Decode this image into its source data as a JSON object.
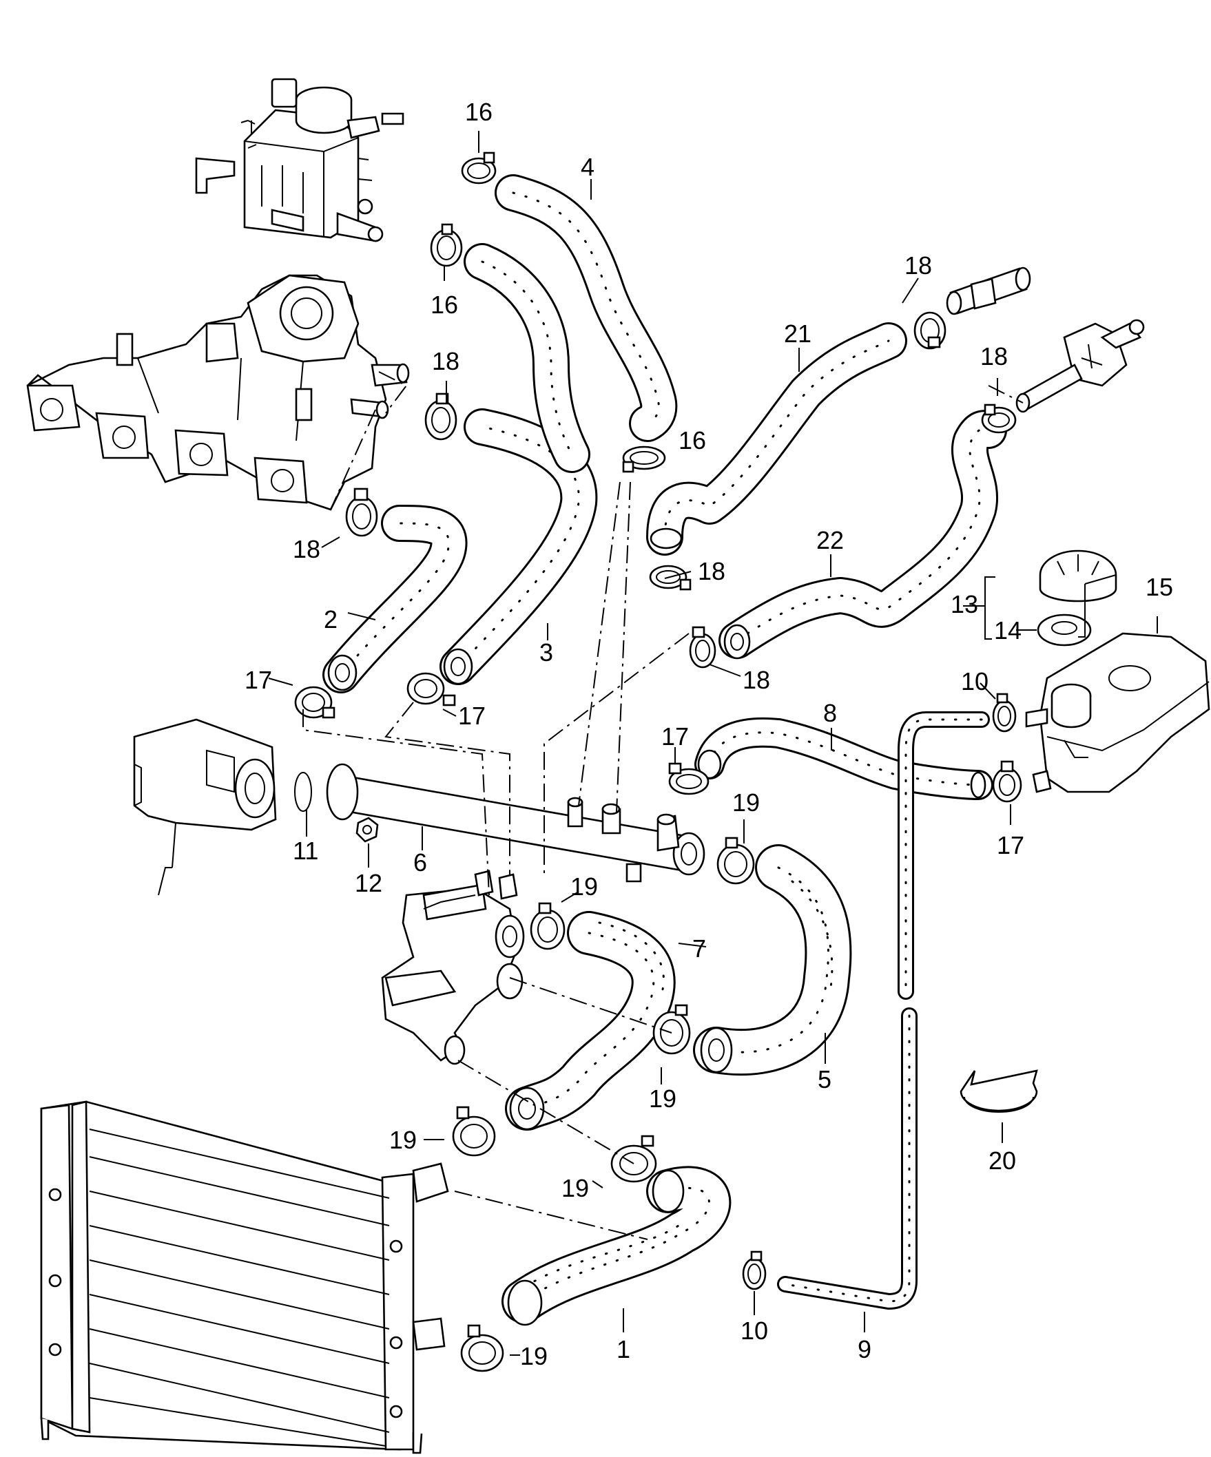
{
  "diagram": {
    "callouts": [
      {
        "id": "c1",
        "text": "1"
      },
      {
        "id": "c2",
        "text": "2"
      },
      {
        "id": "c3",
        "text": "3"
      },
      {
        "id": "c4",
        "text": "4"
      },
      {
        "id": "c5",
        "text": "5"
      },
      {
        "id": "c6",
        "text": "6"
      },
      {
        "id": "c7",
        "text": "7"
      },
      {
        "id": "c8",
        "text": "8"
      },
      {
        "id": "c9",
        "text": "9"
      },
      {
        "id": "c10a",
        "text": "10"
      },
      {
        "id": "c10b",
        "text": "10"
      },
      {
        "id": "c11",
        "text": "11"
      },
      {
        "id": "c12",
        "text": "12"
      },
      {
        "id": "c13",
        "text": "13"
      },
      {
        "id": "c14",
        "text": "14"
      },
      {
        "id": "c15",
        "text": "15"
      },
      {
        "id": "c16a",
        "text": "16"
      },
      {
        "id": "c16b",
        "text": "16"
      },
      {
        "id": "c16c",
        "text": "16"
      },
      {
        "id": "c17a",
        "text": "17"
      },
      {
        "id": "c17b",
        "text": "17"
      },
      {
        "id": "c17c",
        "text": "17"
      },
      {
        "id": "c17d",
        "text": "17"
      },
      {
        "id": "c18a",
        "text": "18"
      },
      {
        "id": "c18b",
        "text": "18"
      },
      {
        "id": "c18c",
        "text": "18"
      },
      {
        "id": "c18d",
        "text": "18"
      },
      {
        "id": "c18e",
        "text": "18"
      },
      {
        "id": "c18f",
        "text": "18"
      },
      {
        "id": "c19a",
        "text": "19"
      },
      {
        "id": "c19b",
        "text": "19"
      },
      {
        "id": "c19c",
        "text": "19"
      },
      {
        "id": "c19d",
        "text": "19"
      },
      {
        "id": "c19e",
        "text": "19"
      },
      {
        "id": "c19f",
        "text": "19"
      },
      {
        "id": "c20",
        "text": "20"
      },
      {
        "id": "c21",
        "text": "21"
      },
      {
        "id": "c22",
        "text": "22"
      }
    ]
  }
}
